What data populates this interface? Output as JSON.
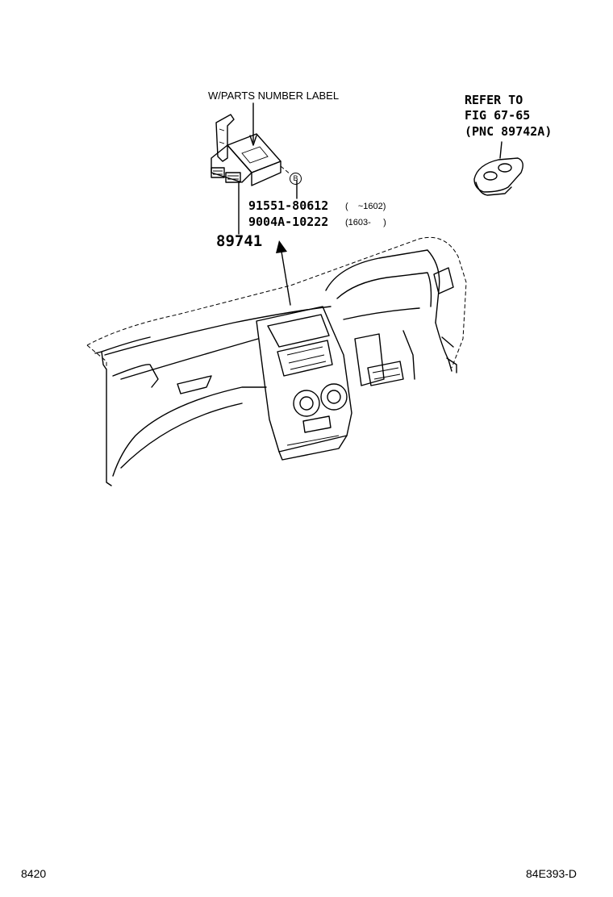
{
  "diagram": {
    "label_note": "W/PARTS NUMBER LABEL",
    "refer": {
      "line1": "REFER TO",
      "line2": "FIG 67-65",
      "line3": "(PNC 89742A)"
    },
    "badge_letter": "B",
    "parts": [
      {
        "number": "91551-80612",
        "range": "(    ~1602)"
      },
      {
        "number": "9004A-10222",
        "range": "(1603-     )"
      }
    ],
    "main_part": "89741",
    "footer_left": "8420",
    "footer_right": "84E393-D"
  }
}
